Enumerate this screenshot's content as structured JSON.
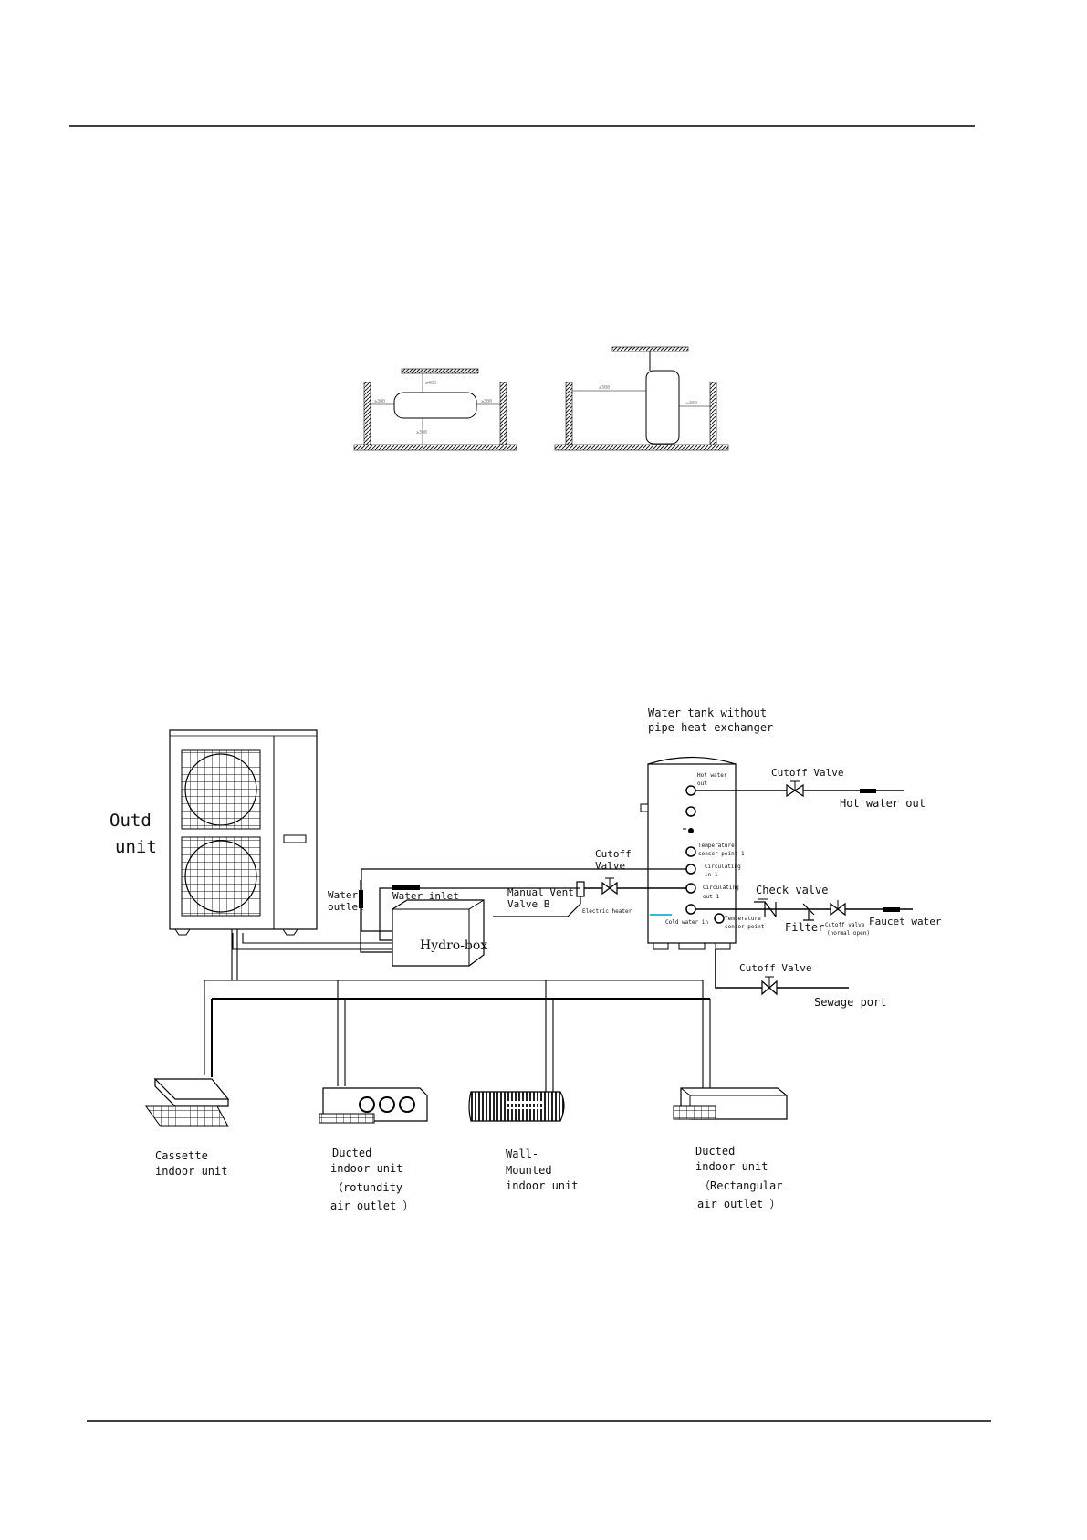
{
  "installation_figures": {
    "horizontal": {
      "top_clearance": "≥400",
      "left_clearance": "≥300",
      "right_clearance": "≥300",
      "bottom_clearance": "≥300"
    },
    "vertical": {
      "side_clearance": "≥300",
      "right_clearance": "≥300"
    }
  },
  "system": {
    "outdoor_unit": {
      "line1": "Outd",
      "line2": "unit"
    },
    "water_tank": {
      "line1": "Water tank without",
      "line2": "pipe heat exchanger"
    },
    "tank_ports": {
      "hot_water_out": {
        "line1": "Hot water",
        "line2": "out"
      },
      "temp_sensor_1": {
        "line1": "Temperature",
        "line2": "sensor point 1"
      },
      "circulating_in": {
        "line1": "Circulating",
        "line2": "in 1"
      },
      "circulating_out": {
        "line1": "Circulating",
        "line2": "out 1"
      },
      "electric_heater": "Electric heater",
      "cold_water_in": "Cold water in",
      "temp_sensor_2": {
        "line1": "Temperature",
        "line2": "sensor point"
      }
    },
    "labels": {
      "cutoff_valve_hot": "Cutoff Valve",
      "hot_water_out": "Hot water out",
      "cutoff_valve_circ": {
        "line1": "Cutoff",
        "line2": "Valve"
      },
      "water_outlet": {
        "line1": "Water",
        "line2": "outlet"
      },
      "water_inlet": "Water inlet",
      "manual_vent_valve": {
        "line1": "Manual Vent",
        "line2": "Valve B"
      },
      "hydro_box": "Hydro-box",
      "check_valve": "Check valve",
      "filter": "Filter",
      "cutoff_valve_normal": {
        "line1": "Cutoff valve",
        "line2": "(normal open)"
      },
      "faucet_water": "Faucet water",
      "cutoff_valve_sewage": "Cutoff Valve",
      "sewage_port": "Sewage port"
    },
    "indoor_units": [
      {
        "line1": "Cassette",
        "line2": "indoor unit",
        "line3": "",
        "line4": ""
      },
      {
        "line1": "Ducted",
        "line2": "indoor unit",
        "line3": "（rotundity",
        "line4": "air outlet ）"
      },
      {
        "line1": "Wall-",
        "line2": "Mounted",
        "line3": "indoor unit",
        "line4": ""
      },
      {
        "line1": "Ducted",
        "line2": "indoor unit",
        "line3": "（Rectangular",
        "line4": "air outlet ）"
      }
    ]
  }
}
